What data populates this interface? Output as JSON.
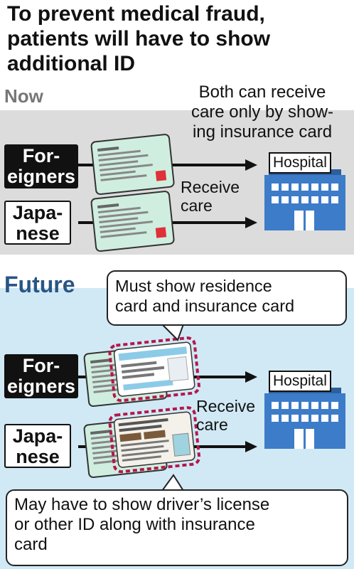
{
  "title": {
    "line1": "To prevent medical fraud,",
    "line2": "patients will have to show",
    "line3": "additional ID"
  },
  "now": {
    "label": "Now",
    "note": {
      "line1": "Both can receive",
      "line2": "care only by show-",
      "line3": "ing insurance card"
    },
    "groups": [
      {
        "line1": "For-",
        "line2": "eigners"
      },
      {
        "line1": "Japa-",
        "line2": "nese"
      }
    ],
    "receive": {
      "line1": "Receive",
      "line2": "care"
    },
    "hospital": "Hospital"
  },
  "future": {
    "label": "Future",
    "bubble_top": {
      "line1": "Must show residence",
      "line2": "card and insurance card"
    },
    "groups": [
      {
        "line1": "For-",
        "line2": "eigners"
      },
      {
        "line1": "Japa-",
        "line2": "nese"
      }
    ],
    "receive": {
      "line1": "Receive",
      "line2": "care"
    },
    "hospital": "Hospital",
    "bubble_bottom": {
      "line1": "May have to show driver’s license",
      "line2": "or other ID along with insurance",
      "line3": "card"
    }
  },
  "colors": {
    "now_bg": "#dcdcdc",
    "future_bg": "#d0e9f5",
    "future_label": "#2a5584",
    "card_green": "#cfeee0",
    "chip_red": "#e0303a",
    "dash_magenta": "#b5174a",
    "hospital_blue": "#3d7cc8"
  }
}
